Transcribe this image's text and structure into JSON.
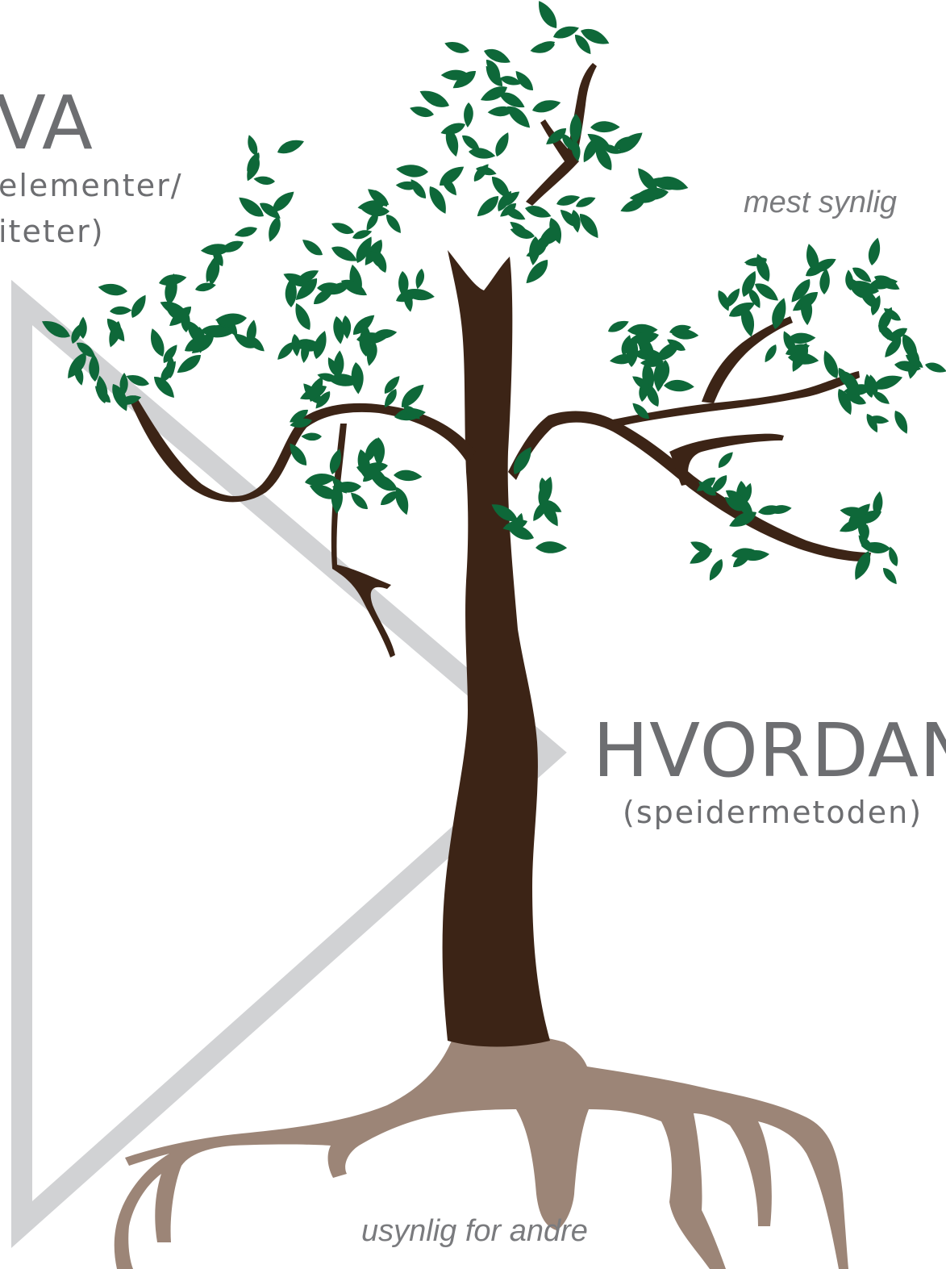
{
  "top_label": {
    "title": "VA",
    "subtitle_line1": "elementer/",
    "subtitle_line2": "iteter)"
  },
  "middle_label": {
    "title": "HVORDAN",
    "subtitle": "(speidermetoden)"
  },
  "notes": {
    "top": "mest synlig",
    "bottom": "usynlig for andre"
  },
  "colors": {
    "leaf": "#0e6839",
    "trunk": "#3c2416",
    "roots": "#9c8577",
    "triangle": "#d1d2d4",
    "text": "#6d6e71"
  },
  "icons": [
    "tree-icon",
    "roots-icon",
    "leaf-icon"
  ]
}
